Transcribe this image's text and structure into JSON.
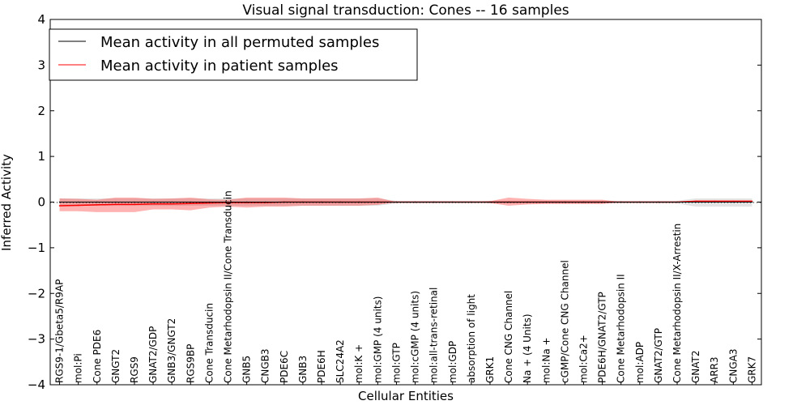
{
  "chart_data": {
    "type": "line",
    "title": "Visual signal transduction: Cones -- 16 samples",
    "xlabel": "Cellular Entities",
    "ylabel": "Inferred Activity",
    "ylim": [
      -4,
      4
    ],
    "yticks": [
      -4,
      -3,
      -2,
      -1,
      0,
      1,
      2,
      3,
      4
    ],
    "ytick_labels": [
      "−4",
      "−3",
      "−2",
      "−1",
      "0",
      "1",
      "2",
      "3",
      "4"
    ],
    "grid": false,
    "legend_position": "top-left",
    "categories": [
      "RGS9-1/Gbeta5/R9AP",
      "mol:Pi",
      "Cone PDE6",
      "GNGT2",
      "RGS9",
      "GNAT2/GDP",
      "GNB3/GNGT2",
      "RGS9BP",
      "Cone Transducin",
      "Cone Metarhodopsin II/Cone Transducin",
      "GNB5",
      "CNGB3",
      "PDE6C",
      "GNB3",
      "PDE6H",
      "SLC24A2",
      "mol:K +",
      "mol:GMP (4 units)",
      "mol:GTP",
      "mol:cGMP (4 units)",
      "mol:all-trans-retinal",
      "mol:GDP",
      "absorption of light",
      "GRK1",
      "Cone CNG Channel",
      "Na + (4 Units)",
      "mol:Na +",
      "cGMP/Cone CNG Channel",
      "mol:Ca2+",
      "PDE6H/GNAT2/GTP",
      "Cone Metarhodopsin II",
      "mol:ADP",
      "GNAT2/GTP",
      "Cone Metarhodopsin II/X-Arrestin",
      "GNAT2",
      "ARR3",
      "CNGA3",
      "GRK7"
    ],
    "series": [
      {
        "name": "Mean activity in all permuted samples",
        "color": "#000000",
        "values": [
          0,
          0,
          0,
          0,
          0,
          0,
          0,
          0,
          0,
          0,
          0,
          0,
          0,
          0,
          0,
          0,
          0,
          0,
          0,
          0,
          0,
          0,
          0,
          0,
          0,
          0,
          0,
          0,
          0,
          0,
          0,
          0,
          0,
          0,
          0,
          0,
          0,
          0
        ],
        "band_lower": [
          -0.08,
          -0.08,
          -0.08,
          -0.08,
          -0.08,
          -0.08,
          -0.08,
          -0.08,
          -0.08,
          -0.08,
          -0.08,
          -0.08,
          -0.08,
          -0.08,
          -0.08,
          -0.08,
          -0.08,
          -0.08,
          -0.03,
          -0.03,
          -0.03,
          -0.03,
          -0.03,
          -0.03,
          -0.03,
          -0.03,
          -0.03,
          -0.03,
          -0.03,
          -0.03,
          -0.03,
          -0.03,
          -0.03,
          -0.03,
          -0.1,
          -0.1,
          -0.1,
          -0.1
        ],
        "band_upper": [
          0.08,
          0.08,
          0.08,
          0.08,
          0.08,
          0.08,
          0.08,
          0.08,
          0.08,
          0.08,
          0.08,
          0.08,
          0.08,
          0.08,
          0.08,
          0.08,
          0.08,
          0.08,
          0.03,
          0.03,
          0.03,
          0.03,
          0.03,
          0.03,
          0.03,
          0.03,
          0.03,
          0.03,
          0.03,
          0.03,
          0.03,
          0.03,
          0.03,
          0.03,
          0.08,
          0.08,
          0.08,
          0.08
        ]
      },
      {
        "name": "Mean activity in patient samples",
        "color": "#ff0000",
        "values": [
          -0.08,
          -0.07,
          -0.06,
          -0.05,
          -0.05,
          -0.04,
          -0.04,
          -0.03,
          -0.02,
          -0.01,
          -0.01,
          -0.01,
          0,
          0,
          0,
          0,
          0,
          0,
          0,
          0,
          0,
          0,
          0,
          0,
          0,
          0,
          0,
          0,
          0,
          0,
          0,
          0,
          0,
          0,
          0.02,
          0.02,
          0.02,
          0.02
        ],
        "band_lower": [
          -0.2,
          -0.2,
          -0.22,
          -0.22,
          -0.22,
          -0.16,
          -0.16,
          -0.18,
          -0.12,
          -0.1,
          -0.12,
          -0.1,
          -0.1,
          -0.08,
          -0.08,
          -0.08,
          -0.08,
          -0.06,
          0,
          0,
          0,
          0,
          0,
          -0.02,
          -0.08,
          -0.05,
          -0.04,
          -0.04,
          -0.04,
          -0.04,
          0,
          0,
          0,
          0,
          0.01,
          0.01,
          0.01,
          0.01
        ],
        "band_upper": [
          0.08,
          0.07,
          0.05,
          0.1,
          0.1,
          0.07,
          0.08,
          0.1,
          0.06,
          0.05,
          0.1,
          0.1,
          0.1,
          0.08,
          0.08,
          0.08,
          0.08,
          0.1,
          0,
          0,
          0,
          0,
          0,
          0.02,
          0.1,
          0.07,
          0.05,
          0.05,
          0.05,
          0.05,
          0,
          0,
          0,
          0,
          0.03,
          0.03,
          0.03,
          0.03
        ]
      }
    ]
  }
}
